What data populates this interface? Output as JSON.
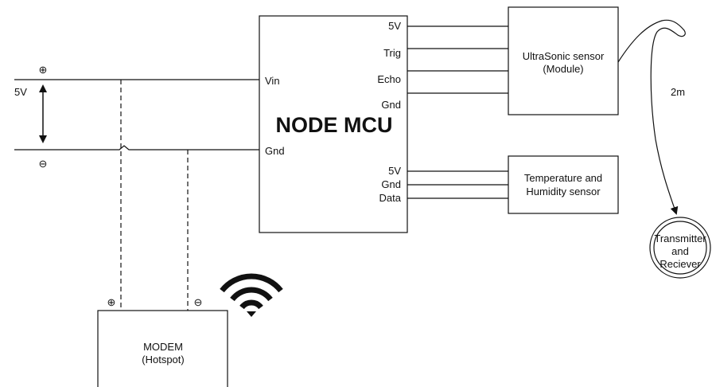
{
  "mcu": {
    "title": "NODE MCU",
    "pins_left": [
      "Vin",
      "Gnd"
    ],
    "pins_right_top": [
      "5V",
      "Trig",
      "Echo",
      "Gnd"
    ],
    "pins_right_bottom": [
      "5V",
      "Gnd",
      "Data"
    ]
  },
  "ultrasonic": {
    "line1": "UltraSonic sensor",
    "line2": "(Module)"
  },
  "dht": {
    "line1": "Temperature and",
    "line2": "Humidity sensor"
  },
  "modem": {
    "line1": "MODEM",
    "line2": "(Hotspot)"
  },
  "target": {
    "line1": "Transmitter",
    "line2": "and",
    "line3": "Reciever"
  },
  "distance_label": "2m",
  "supply_label": "5V",
  "symbols": {
    "plus": "⊕",
    "minus": "⊖"
  }
}
